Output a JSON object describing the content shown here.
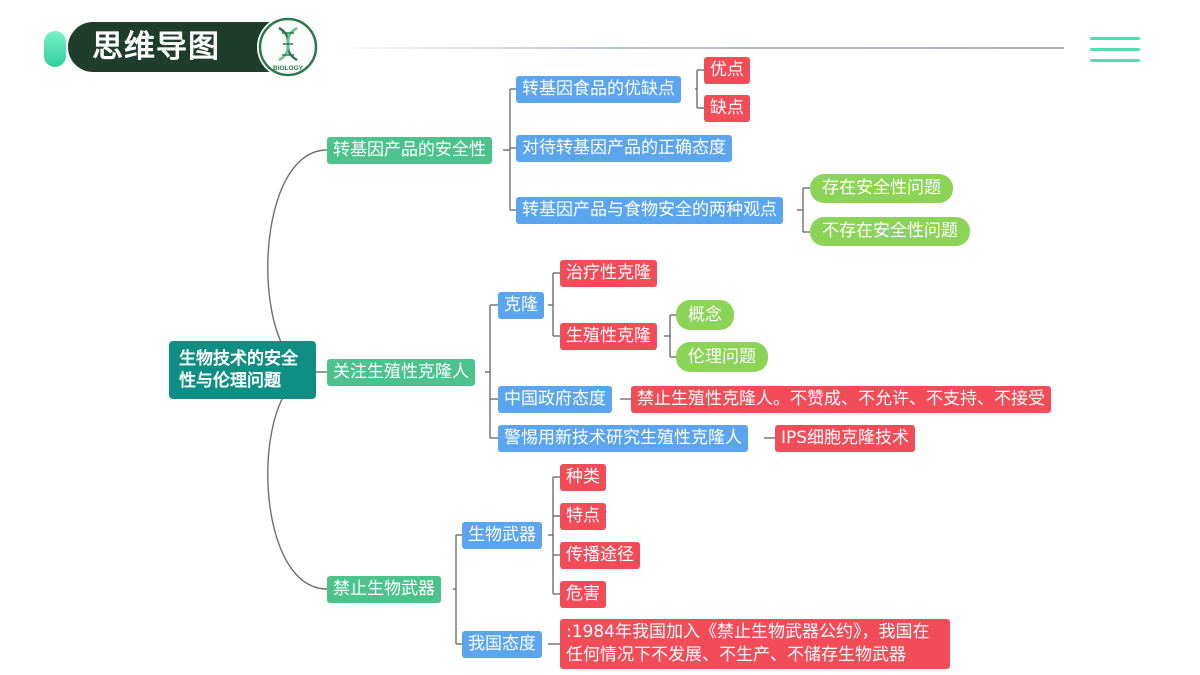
{
  "header": {
    "title": "思维导图",
    "badge_label": "BIOLOGY",
    "badge_icon": "dna-icon",
    "accent_color": "#2ccf9b",
    "menu_icon": "menu-icon"
  },
  "colors": {
    "root": "#0f8f84",
    "level1": "#4cc28c",
    "level2": "#5aa5ee",
    "level3": "#f24c59",
    "level3_alt": "#8bd457",
    "link": "#6f6f6f"
  },
  "mindmap": {
    "root": "生物技术的安全性与伦理问题",
    "b1": {
      "label": "转基因产品的安全性",
      "c1": {
        "label": "转基因食品的优缺点",
        "pros": "优点",
        "cons": "缺点"
      },
      "c2": {
        "label": "对待转基因产品的正确态度"
      },
      "c3": {
        "label": "转基因产品与食物安全的两种观点",
        "v1": "存在安全性问题",
        "v2": "不存在安全性问题"
      }
    },
    "b2": {
      "label": "关注生殖性克隆人",
      "c1": {
        "label": "克隆",
        "t1": "治疗性克隆",
        "t2": {
          "label": "生殖性克隆",
          "g1": "概念",
          "g2": "伦理问题"
        }
      },
      "c2": {
        "label": "中国政府态度",
        "detail": "禁止生殖性克隆人。不赞成、不允许、不支持、不接受"
      },
      "c3": {
        "label": "警惕用新技术研究生殖性克隆人",
        "detail": "IPS细胞克隆技术"
      }
    },
    "b3": {
      "label": "禁止生物武器",
      "c1": {
        "label": "生物武器",
        "items": [
          "种类",
          "特点",
          "传播途径",
          "危害"
        ]
      },
      "c2": {
        "label": "我国态度",
        "detail": ":1984年我国加入《禁止生物武器公约》，我国在任何情况下不发展、不生产、不储存生物武器"
      }
    }
  }
}
